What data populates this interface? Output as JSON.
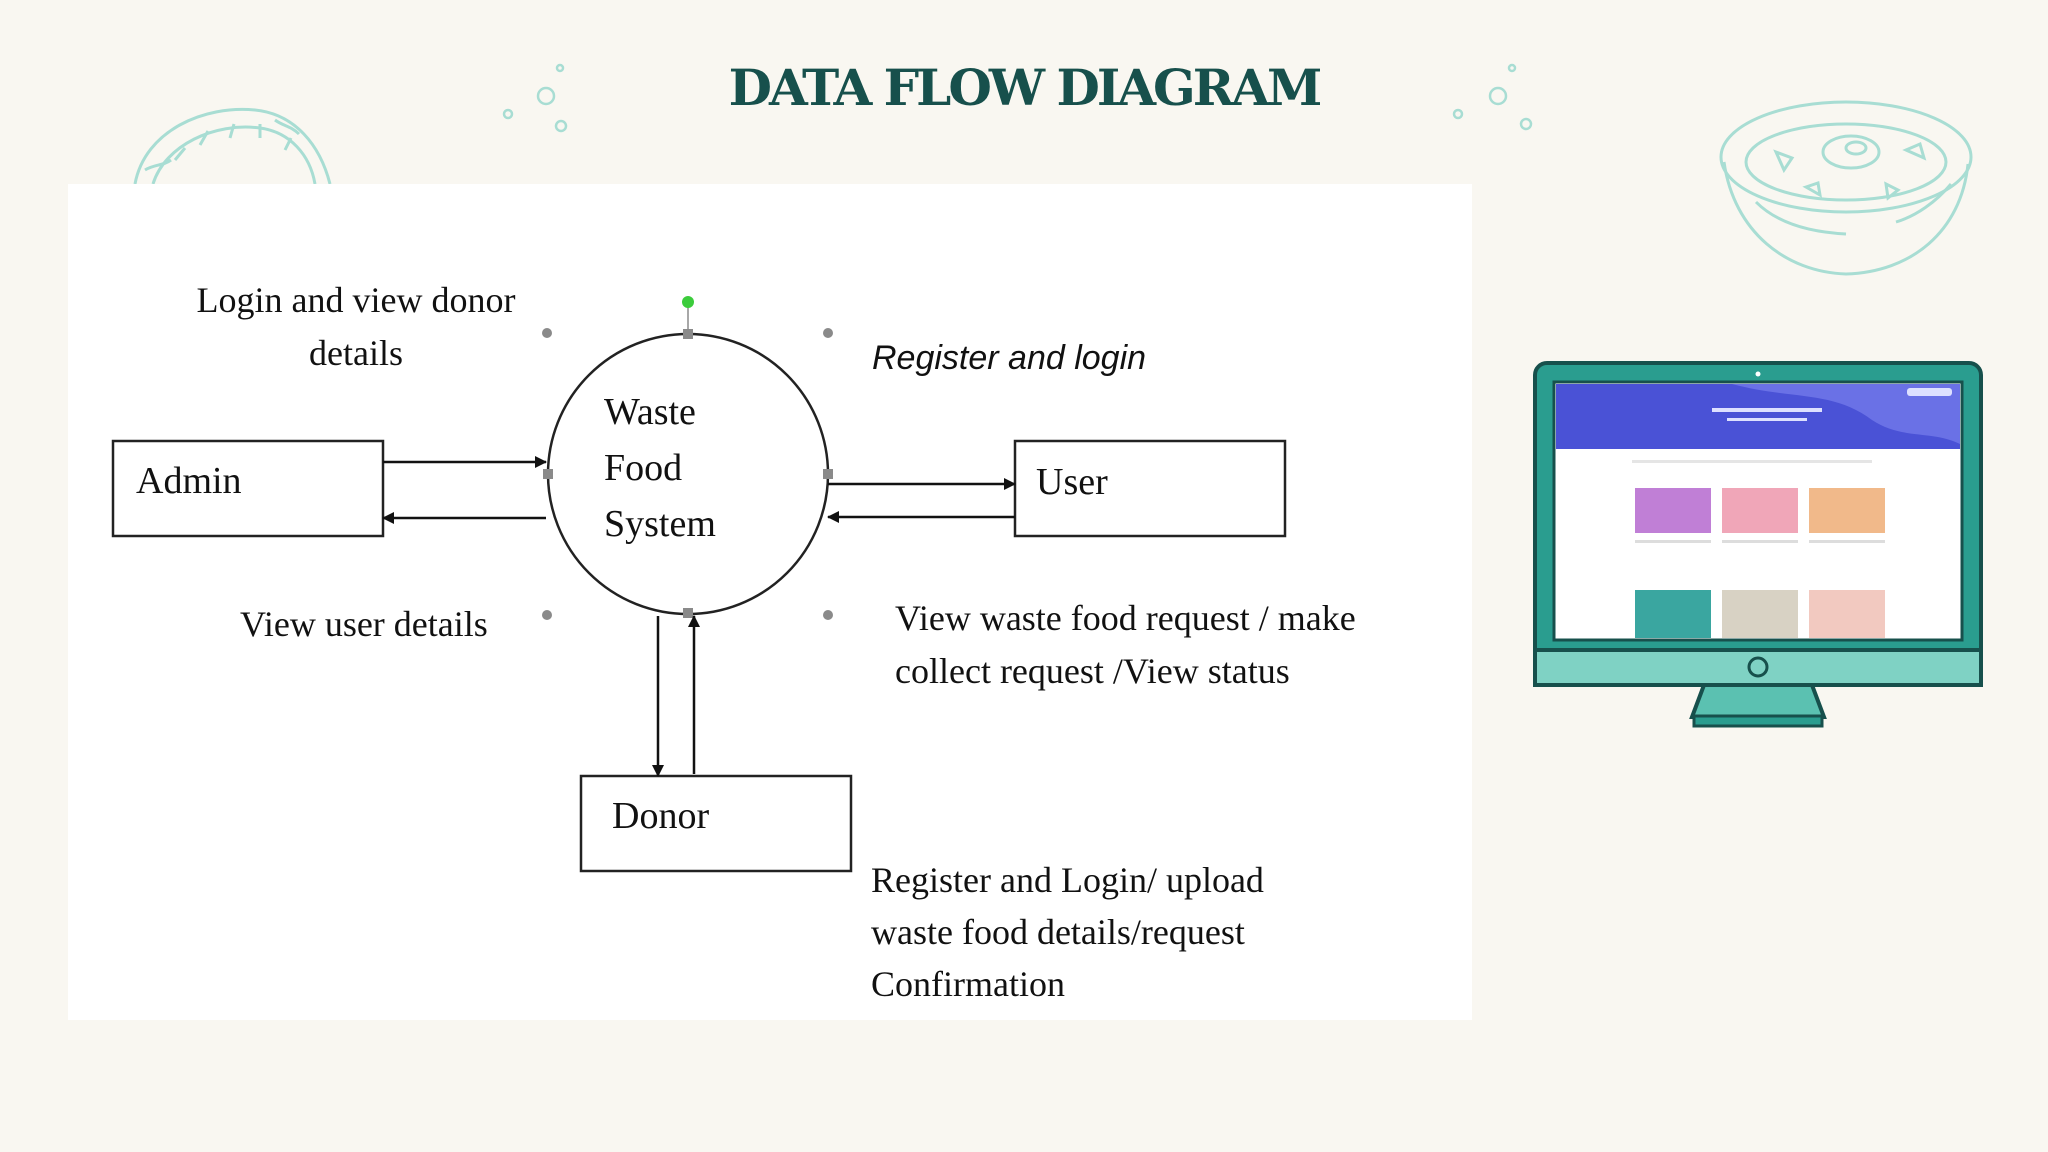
{
  "title": "DATA FLOW DIAGRAM",
  "colors": {
    "background": "#f9f7f1",
    "title": "#17504c",
    "accent_teal": "#2a9d8f",
    "decoration": "#a8ddd3"
  },
  "diagram": {
    "process": {
      "line1": "Waste",
      "line2": "Food",
      "line3": "System"
    },
    "entities": {
      "admin": "Admin",
      "user": "User",
      "donor": "Donor"
    },
    "flows": {
      "admin_top": {
        "line1": "Login and view donor",
        "line2": "details"
      },
      "admin_bottom": "View user details",
      "user_top": "Register and login",
      "user_bottom": {
        "line1": "View waste food request / make",
        "line2": "collect request /View status"
      },
      "donor": {
        "line1": "Register and Login/ upload",
        "line2": "waste food details/request",
        "line3": "Confirmation"
      }
    }
  },
  "icons": {
    "left_decoration": "taco-sketch-icon",
    "right_decoration": "salad-bowl-sketch-icon",
    "bubbles": "bubble-dots-icon",
    "monitor": "desktop-monitor-icon"
  }
}
